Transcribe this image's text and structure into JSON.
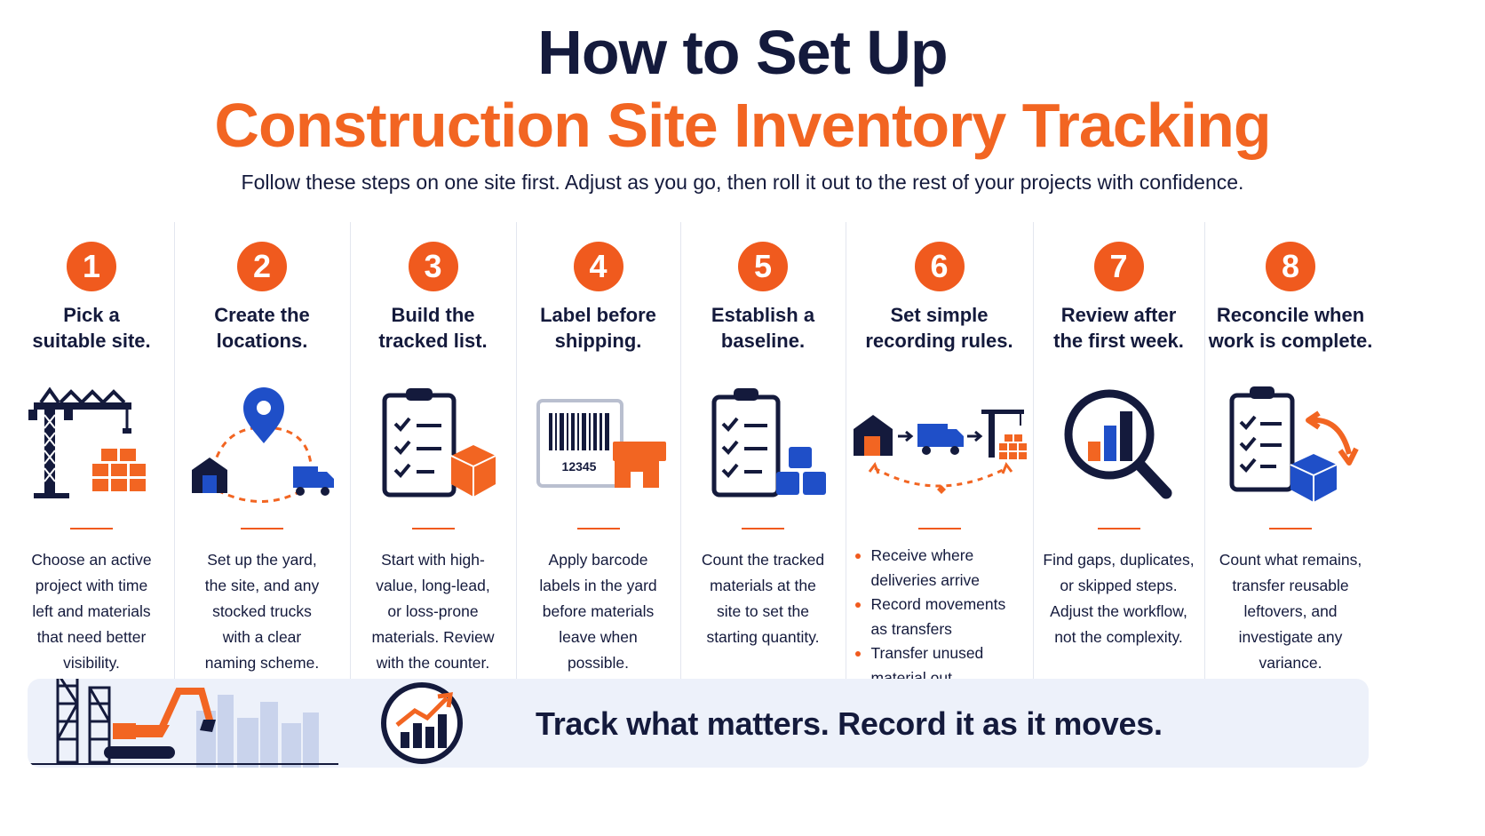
{
  "header": {
    "title_line1": "How to Set Up",
    "title_line2": "Construction Site Inventory Tracking",
    "subtitle": "Follow these steps on one site first. Adjust as you go, then roll it out to the rest of your projects with confidence."
  },
  "steps": [
    {
      "number": "1",
      "title": "Pick a\nsuitable site.",
      "icon": "crane-bricks-icon",
      "description": "Choose an active\nproject with time\nleft and materials\nthat need better\nvisibility."
    },
    {
      "number": "2",
      "title": "Create the\nlocations.",
      "icon": "location-pin-route-icon",
      "description": "Set up the yard,\nthe site, and any\nstocked trucks\nwith a clear\nnaming scheme."
    },
    {
      "number": "3",
      "title": "Build the\ntracked list.",
      "icon": "checklist-box-icon",
      "description": "Start with high-\nvalue, long-lead,\nor loss-prone\nmaterials. Review\nwith the counter."
    },
    {
      "number": "4",
      "title": "Label before\nshipping.",
      "icon": "barcode-label-icon",
      "barcode_number": "12345",
      "description": "Apply barcode\nlabels in the yard\nbefore materials\nleave when\npossible."
    },
    {
      "number": "5",
      "title": "Establish a\nbaseline.",
      "icon": "checklist-boxes-icon",
      "description": "Count the tracked\nmaterials at the\nsite to set the\nstarting quantity."
    },
    {
      "number": "6",
      "title": "Set simple\nrecording rules.",
      "icon": "warehouse-truck-crane-icon",
      "bullets": [
        "Receive where deliveries arrive",
        "Record movements as transfers",
        "Transfer unused material out"
      ]
    },
    {
      "number": "7",
      "title": "Review after\nthe first week.",
      "icon": "magnifier-chart-icon",
      "description": "Find gaps, duplicates,\nor skipped steps.\nAdjust the workflow,\nnot the complexity."
    },
    {
      "number": "8",
      "title": "Reconcile when\nwork is complete.",
      "icon": "checklist-cycle-box-icon",
      "description": "Count what remains,\ntransfer reusable\nleftovers, and\ninvestigate any\nvariance."
    }
  ],
  "banner": {
    "left_icon": "excavator-scaffold-skyline-icon",
    "center_icon": "trend-chart-icon",
    "text": "Track what matters. Record it as it moves."
  },
  "colors": {
    "navy": "#141a3c",
    "orange": "#f26522",
    "blue": "#1f4fc8",
    "banner_bg": "#edf1fa"
  }
}
